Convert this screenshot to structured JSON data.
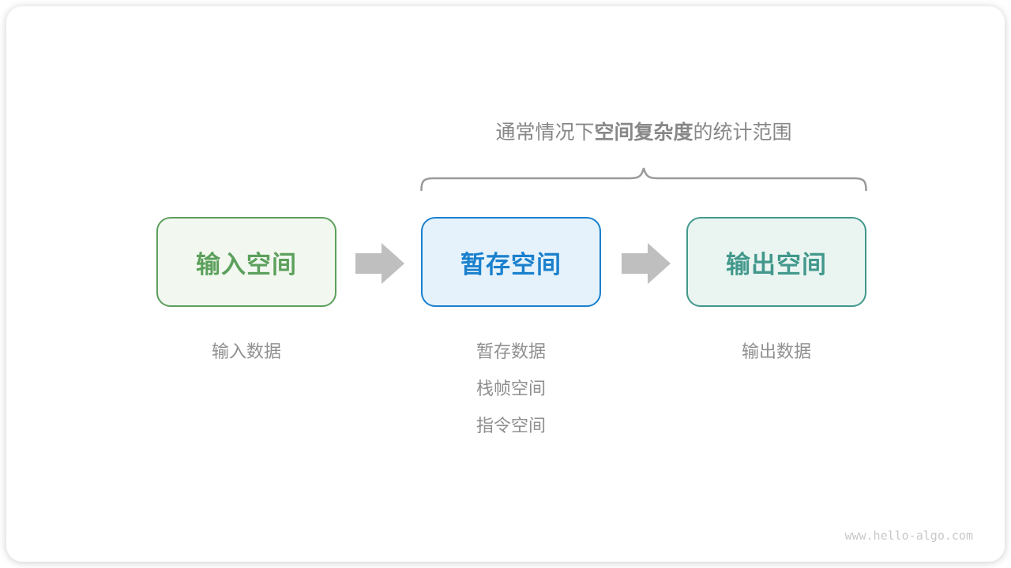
{
  "title": {
    "prefix": "通常情况下",
    "emphasis": "空间复杂度",
    "suffix": "的统计范围"
  },
  "boxes": [
    {
      "id": "input-space",
      "label": "输入空间",
      "border_color": "#5ca05c",
      "text_color": "#5ca05c",
      "background": "#f2f8f0"
    },
    {
      "id": "temp-space",
      "label": "暂存空间",
      "border_color": "#1a80cd",
      "text_color": "#1a80cd",
      "background": "#e5f2fc"
    },
    {
      "id": "output-space",
      "label": "输出空间",
      "border_color": "#42988c",
      "text_color": "#42988c",
      "background": "#eaf5f1"
    }
  ],
  "column_labels": {
    "input": "输入数据",
    "temp": [
      "暂存数据",
      "栈帧空间",
      "指令空间"
    ],
    "output": "输出数据"
  },
  "icons": {
    "arrow_right": "right-block-arrow",
    "brace": "curly-overbrace"
  },
  "colors": {
    "card_background": "#ffffff",
    "title_text": "#878787",
    "label_text": "#8f8f8f",
    "brace": "#999999",
    "arrow": "#bfbfbf",
    "watermark": "#c8c8c8"
  },
  "watermark": "www.hello-algo.com"
}
